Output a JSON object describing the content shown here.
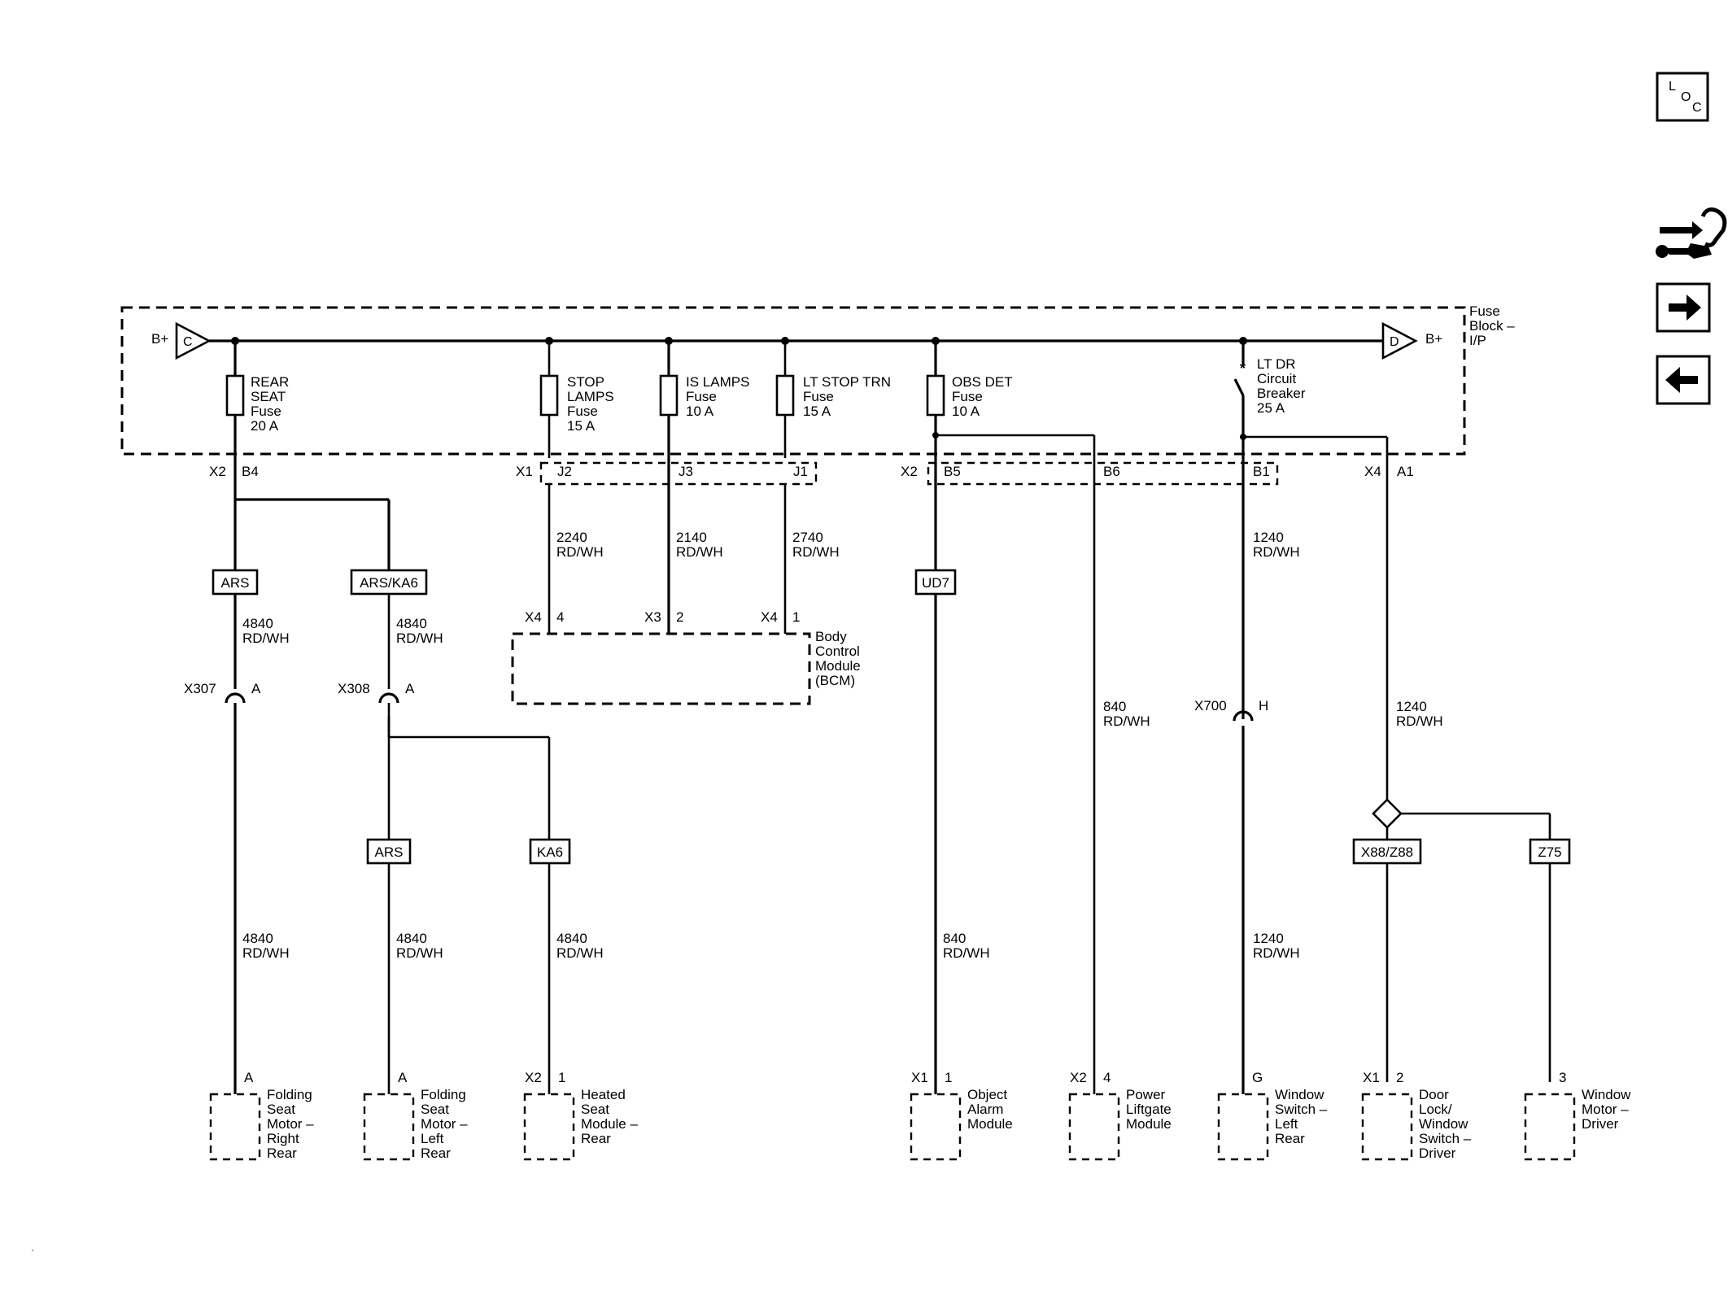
{
  "fuse_block": {
    "label_lines": [
      "Fuse",
      "Block –",
      "I/P"
    ],
    "left_term": "B+",
    "left_conn": "C",
    "right_conn": "D",
    "right_term": "B+"
  },
  "fuses": [
    {
      "lines": [
        "REAR",
        "SEAT",
        "Fuse",
        "20 A"
      ]
    },
    {
      "lines": [
        "STOP",
        "LAMPS",
        "Fuse",
        "15 A"
      ]
    },
    {
      "lines": [
        "IS LAMPS",
        "Fuse",
        "10 A"
      ]
    },
    {
      "lines": [
        "LT STOP TRN",
        "Fuse",
        "15 A"
      ]
    },
    {
      "lines": [
        "OBS DET",
        "Fuse",
        "10 A"
      ]
    }
  ],
  "breaker": {
    "lines": [
      "LT DR",
      "Circuit",
      "Breaker",
      "25 A"
    ]
  },
  "connectors": {
    "x2_b4": [
      "X2",
      "B4"
    ],
    "x1_j2": [
      "X1",
      "J2"
    ],
    "j3": "J3",
    "j1": "J1",
    "x2_b5": [
      "X2",
      "B5"
    ],
    "b6": "B6",
    "b1": "B1",
    "x4_a1": [
      "X4",
      "A1"
    ]
  },
  "options": {
    "ars_1": "ARS",
    "ars_ka6": "ARS/KA6",
    "ud7": "UD7",
    "ars_2": "ARS",
    "ka6": "KA6",
    "x88_z88": "X88/Z88",
    "z75": "Z75"
  },
  "wires": {
    "w_ars_upper": [
      "4840",
      "RD/WH"
    ],
    "w_arska6_upper": [
      "4840",
      "RD/WH"
    ],
    "w_stop": [
      "2240",
      "RD/WH"
    ],
    "w_is": [
      "2140",
      "RD/WH"
    ],
    "w_ltstop": [
      "2740",
      "RD/WH"
    ],
    "w_ltdr_upper": [
      "1240",
      "RD/WH"
    ],
    "w_lift": [
      "840",
      "RD/WH"
    ],
    "w_x4a1": [
      "1240",
      "RD/WH"
    ],
    "w_fsrr": [
      "4840",
      "RD/WH"
    ],
    "w_fslr": [
      "4840",
      "RD/WH"
    ],
    "w_heated": [
      "4840",
      "RD/WH"
    ],
    "w_obj": [
      "840",
      "RD/WH"
    ],
    "w_ltdr_lower": [
      "1240",
      "RD/WH"
    ]
  },
  "bcm": {
    "lines": [
      "Body",
      "Control",
      "Module",
      "(BCM)"
    ],
    "pins": [
      [
        "X4",
        "4"
      ],
      [
        "X3",
        "2"
      ],
      [
        "X4",
        "1"
      ]
    ]
  },
  "inline": {
    "x307": [
      "X307",
      "A"
    ],
    "x308": [
      "X308",
      "A"
    ],
    "x700": [
      "X700",
      "H"
    ]
  },
  "loads": [
    {
      "conn": "",
      "pin": "A",
      "lines": [
        "Folding",
        "Seat",
        "Motor –",
        "Right",
        "Rear"
      ]
    },
    {
      "conn": "",
      "pin": "A",
      "lines": [
        "Folding",
        "Seat",
        "Motor –",
        "Left",
        "Rear"
      ]
    },
    {
      "conn": "X2",
      "pin": "1",
      "lines": [
        "Heated",
        "Seat",
        "Module –",
        "Rear"
      ]
    },
    {
      "conn": "X1",
      "pin": "1",
      "lines": [
        "Object",
        "Alarm",
        "Module"
      ]
    },
    {
      "conn": "X2",
      "pin": "4",
      "lines": [
        "Power",
        "Liftgate",
        "Module"
      ]
    },
    {
      "conn": "",
      "pin": "G",
      "lines": [
        "Window",
        "Switch –",
        "Left",
        "Rear"
      ]
    },
    {
      "conn": "X1",
      "pin": "2",
      "lines": [
        "Door",
        "Lock/",
        "Window",
        "Switch –",
        "Driver"
      ]
    },
    {
      "conn": "",
      "pin": "3",
      "lines": [
        "Window",
        "Motor –",
        "Driver"
      ]
    }
  ],
  "nav": {
    "loc": [
      "L",
      "O",
      "C"
    ],
    "service_icon": "wrench-arrows-icon",
    "next_icon": "arrow-right-icon",
    "prev_icon": "arrow-left-icon"
  }
}
